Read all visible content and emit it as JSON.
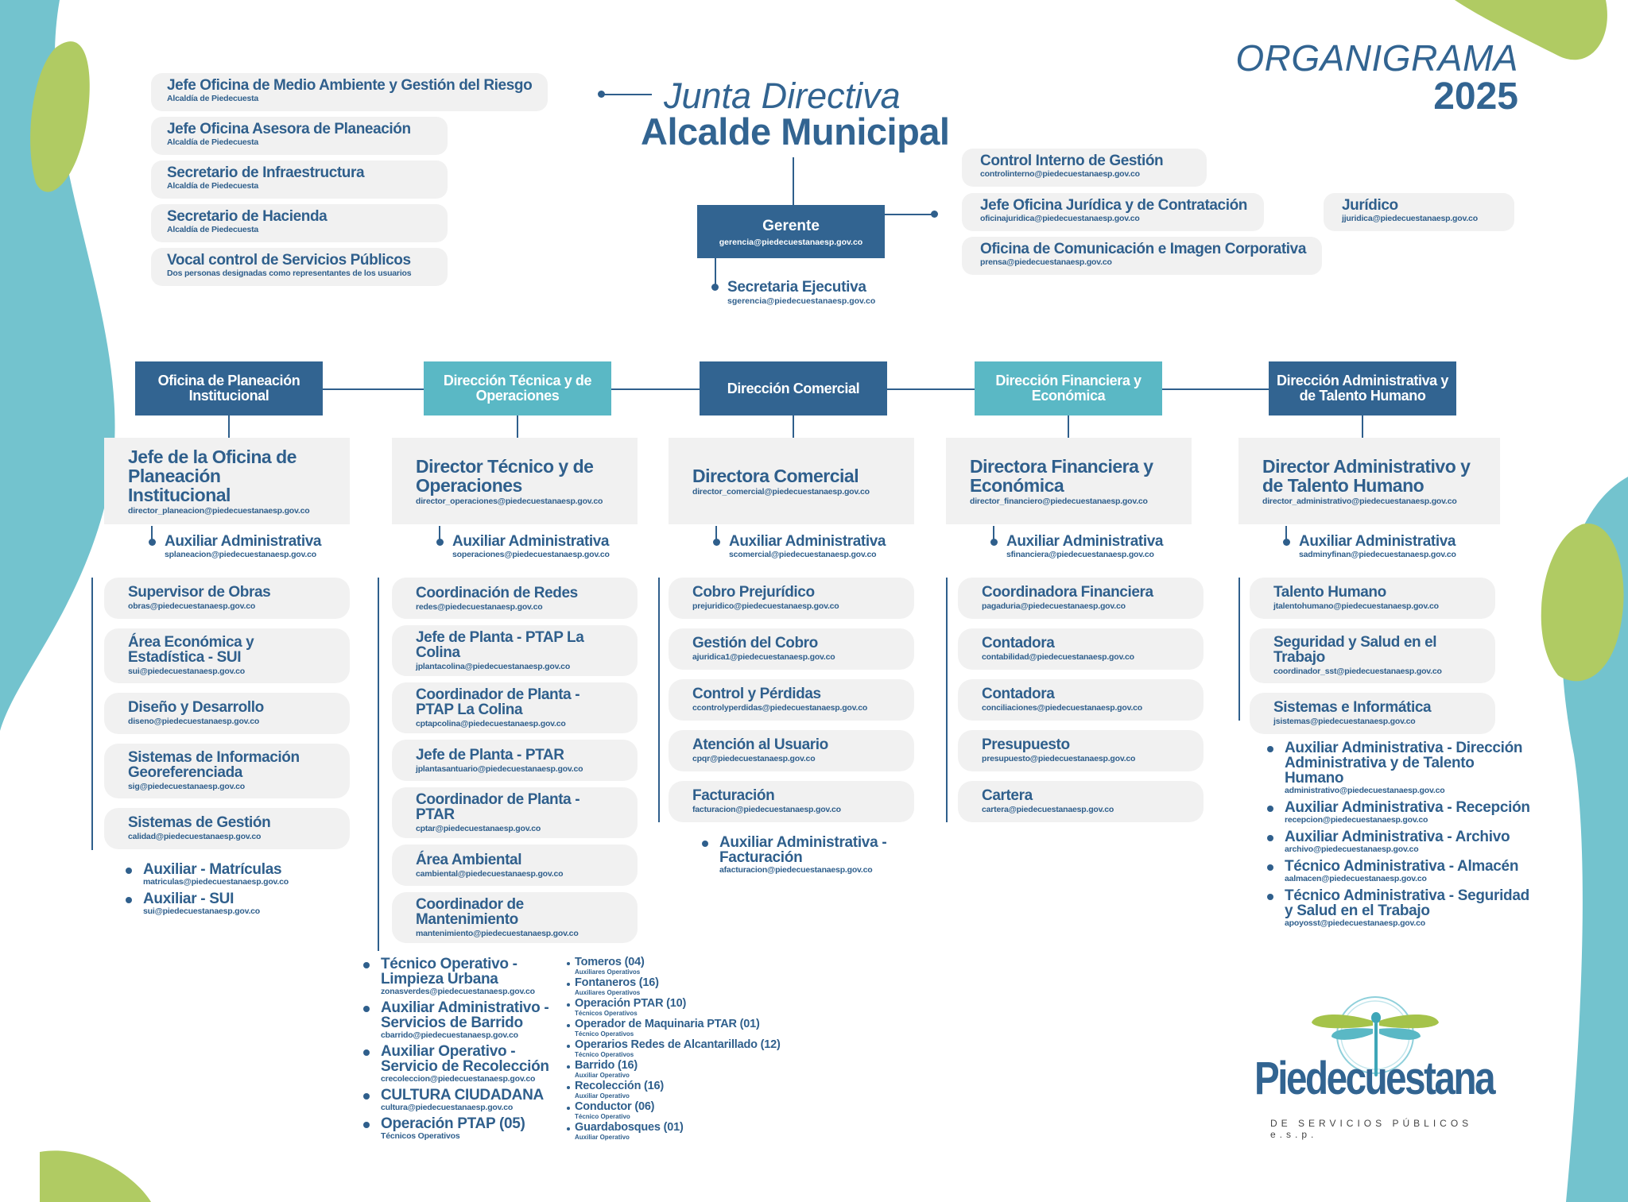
{
  "colors": {
    "primary": "#326491",
    "text": "#2f5f8c",
    "teal": "#5ab8c5",
    "green": "#b0cb63",
    "box": "#f1f1f1"
  },
  "title": {
    "line1": "ORGANIGRAMA",
    "line2": "2025"
  },
  "junta": {
    "line1": "Junta Directiva",
    "line2": "Alcalde Municipal"
  },
  "board": [
    {
      "title": "Jefe Oficina de Medio Ambiente y Gestión del Riesgo",
      "sub": "Alcaldía de Piedecuesta"
    },
    {
      "title": "Jefe Oficina Asesora de Planeación",
      "sub": "Alcaldía de Piedecuesta"
    },
    {
      "title": "Secretario de Infraestructura",
      "sub": "Alcaldía de Piedecuesta"
    },
    {
      "title": "Secretario de Hacienda",
      "sub": "Alcaldía de Piedecuesta"
    },
    {
      "title": "Vocal control de Servicios Públicos",
      "sub": "Dos personas designadas como representantes de los usuarios"
    }
  ],
  "gerente": {
    "title": "Gerente",
    "email": "gerencia@piedecuestanaesp.gov.co"
  },
  "secretaria": {
    "title": "Secretaria Ejecutiva",
    "email": "sgerencia@piedecuestanaesp.gov.co"
  },
  "advisors": [
    {
      "title": "Control Interno de Gestión",
      "email": "controlinterno@piedecuestanaesp.gov.co"
    },
    {
      "title": "Jefe Oficina Jurídica y de Contratación",
      "email": "oficinajuridica@piedecuestanaesp.gov.co"
    },
    {
      "title": "Oficina de Comunicación e Imagen Corporativa",
      "email": "prensa@piedecuestanaesp.gov.co"
    },
    {
      "title": "Jurídico",
      "email": "jjuridica@piedecuestanaesp.gov.co"
    }
  ],
  "departments": [
    {
      "name": "Oficina de Planeación Institucional",
      "style": "dark",
      "director": {
        "title": "Jefe de la Oficina de Planeación Institucional",
        "email": "director_planeacion@piedecuestanaesp.gov.co"
      },
      "aux": {
        "title": "Auxiliar Administrativa",
        "email": "splaneacion@piedecuestanaesp.gov.co"
      },
      "units": [
        {
          "title": "Supervisor de Obras",
          "email": "obras@piedecuestanaesp.gov.co"
        },
        {
          "title": "Área Económica y Estadística - SUI",
          "email": "sui@piedecuestanaesp.gov.co"
        },
        {
          "title": "Diseño y Desarrollo",
          "email": "diseno@piedecuestanaesp.gov.co"
        },
        {
          "title": "Sistemas de Información Georeferenciada",
          "email": "sig@piedecuestanaesp.gov.co"
        },
        {
          "title": "Sistemas de Gestión",
          "email": "calidad@piedecuestanaesp.gov.co"
        }
      ],
      "bullets": [
        {
          "title": "Auxiliar - Matrículas",
          "email": "matriculas@piedecuestanaesp.gov.co"
        },
        {
          "title": "Auxiliar - SUI",
          "email": "sui@piedecuestanaesp.gov.co"
        }
      ]
    },
    {
      "name": "Dirección Técnica y de Operaciones",
      "style": "teal",
      "director": {
        "title": "Director Técnico y de Operaciones",
        "email": "director_operaciones@piedecuestanaesp.gov.co"
      },
      "aux": {
        "title": "Auxiliar Administrativa",
        "email": "soperaciones@piedecuestanaesp.gov.co"
      },
      "units": [
        {
          "title": "Coordinación de Redes",
          "email": "redes@piedecuestanaesp.gov.co"
        },
        {
          "title": "Jefe de Planta - PTAP La Colina",
          "email": "jplantacolina@piedecuestanaesp.gov.co"
        },
        {
          "title": "Coordinador de Planta - PTAP La Colina",
          "email": "cptapcolina@piedecuestanaesp.gov.co"
        },
        {
          "title": "Jefe de Planta - PTAR",
          "email": "jplantasantuario@piedecuestanaesp.gov.co"
        },
        {
          "title": "Coordinador de Planta - PTAR",
          "email": "cptar@piedecuestanaesp.gov.co"
        },
        {
          "title": "Área Ambiental",
          "email": "cambiental@piedecuestanaesp.gov.co"
        },
        {
          "title": "Coordinador de Mantenimiento",
          "email": "mantenimiento@piedecuestanaesp.gov.co"
        }
      ],
      "bullets": [
        {
          "title": "Técnico Operativo - Limpieza Urbana",
          "email": "zonasverdes@piedecuestanaesp.gov.co"
        },
        {
          "title": "Auxiliar Administrativo - Servicios de Barrido",
          "email": "cbarrido@piedecuestanaesp.gov.co"
        },
        {
          "title": "Auxiliar Operativo - Servicio de Recolección",
          "email": "crecoleccion@piedecuestanaesp.gov.co"
        },
        {
          "title": "CULTURA CIUDADANA",
          "email": "cultura@piedecuestanaesp.gov.co"
        },
        {
          "title": "Operación PTAP (05)",
          "email": "Técnicos Operativos"
        }
      ],
      "staff": [
        {
          "title": "Tomeros (04)",
          "email": "Auxiliares Operativos"
        },
        {
          "title": "Fontaneros (16)",
          "email": "Auxiliares Operativos"
        },
        {
          "title": "Operación PTAR (10)",
          "email": "Técnicos Operativos"
        },
        {
          "title": "Operador de Maquinaria PTAR (01)",
          "email": "Técnico Operativos"
        },
        {
          "title": "Operarios Redes de Alcantarillado (12)",
          "email": "Técnico Operativos"
        },
        {
          "title": "Barrido (16)",
          "email": "Auxiliar Operativo"
        },
        {
          "title": "Recolección (16)",
          "email": "Auxiliar Operativo"
        },
        {
          "title": "Conductor (06)",
          "email": "Técnico Operativo"
        },
        {
          "title": "Guardabosques (01)",
          "email": "Auxiliar Operativo"
        }
      ]
    },
    {
      "name": "Dirección Comercial",
      "style": "dark",
      "director": {
        "title": "Directora Comercial",
        "email": "director_comercial@piedecuestanaesp.gov.co"
      },
      "aux": {
        "title": "Auxiliar Administrativa",
        "email": "scomercial@piedecuestanaesp.gov.co"
      },
      "units": [
        {
          "title": "Cobro Prejurídico",
          "email": "prejuridico@piedecuestanaesp.gov.co"
        },
        {
          "title": "Gestión del Cobro",
          "email": "ajuridica1@piedecuestanaesp.gov.co"
        },
        {
          "title": "Control y Pérdidas",
          "email": "ccontrolyperdidas@piedecuestanaesp.gov.co"
        },
        {
          "title": "Atención al Usuario",
          "email": "cpqr@piedecuestanaesp.gov.co"
        },
        {
          "title": "Facturación",
          "email": "facturacion@piedecuestanaesp.gov.co"
        }
      ],
      "bullets": [
        {
          "title": "Auxiliar Administrativa - Facturación",
          "email": "afacturacion@piedecuestanaesp.gov.co"
        }
      ]
    },
    {
      "name": "Dirección Financiera y Económica",
      "style": "teal",
      "director": {
        "title": "Directora Financiera y Económica",
        "email": "director_financiero@piedecuestanaesp.gov.co"
      },
      "aux": {
        "title": "Auxiliar Administrativa",
        "email": "sfinanciera@piedecuestanaesp.gov.co"
      },
      "units": [
        {
          "title": "Coordinadora Financiera",
          "email": "pagaduria@piedecuestanaesp.gov.co"
        },
        {
          "title": "Contadora",
          "email": "contabilidad@piedecuestanaesp.gov.co"
        },
        {
          "title": "Contadora",
          "email": "conciliaciones@piedecuestanaesp.gov.co"
        },
        {
          "title": "Presupuesto",
          "email": "presupuesto@piedecuestanaesp.gov.co"
        },
        {
          "title": "Cartera",
          "email": "cartera@piedecuestanaesp.gov.co"
        }
      ],
      "bullets": []
    },
    {
      "name": "Dirección Administrativa y de Talento Humano",
      "style": "dark",
      "director": {
        "title": "Director Administrativo y de Talento Humano",
        "email": "director_administrativo@piedecuestanaesp.gov.co"
      },
      "aux": {
        "title": "Auxiliar Administrativa",
        "email": "sadminyfinan@piedecuestanaesp.gov.co"
      },
      "units": [
        {
          "title": "Talento Humano",
          "email": "jtalentohumano@piedecuestanaesp.gov.co"
        },
        {
          "title": "Seguridad y Salud en el Trabajo",
          "email": "coordinador_sst@piedecuestanaesp.gov.co"
        },
        {
          "title": "Sistemas e Informática",
          "email": "jsistemas@piedecuestanaesp.gov.co"
        }
      ],
      "bullets": [
        {
          "title": "Auxiliar Administrativa - Dirección Administrativa y de Talento Humano",
          "email": "administrativo@piedecuestanaesp.gov.co"
        },
        {
          "title": "Auxiliar Administrativa - Recepción",
          "email": "recepcion@piedecuestanaesp.gov.co"
        },
        {
          "title": "Auxiliar Administrativa - Archivo",
          "email": "archivo@piedecuestanaesp.gov.co"
        },
        {
          "title": "Técnico Administrativa - Almacén",
          "email": "aalmacen@piedecuestanaesp.gov.co"
        },
        {
          "title": "Técnico Administrativa - Seguridad y Salud en el Trabajo",
          "email": "apoyosst@piedecuestanaesp.gov.co"
        }
      ]
    }
  ],
  "logo": {
    "name": "Piedecuestana",
    "tagline": "DE SERVICIOS PÚBLICOS e.s.p."
  }
}
